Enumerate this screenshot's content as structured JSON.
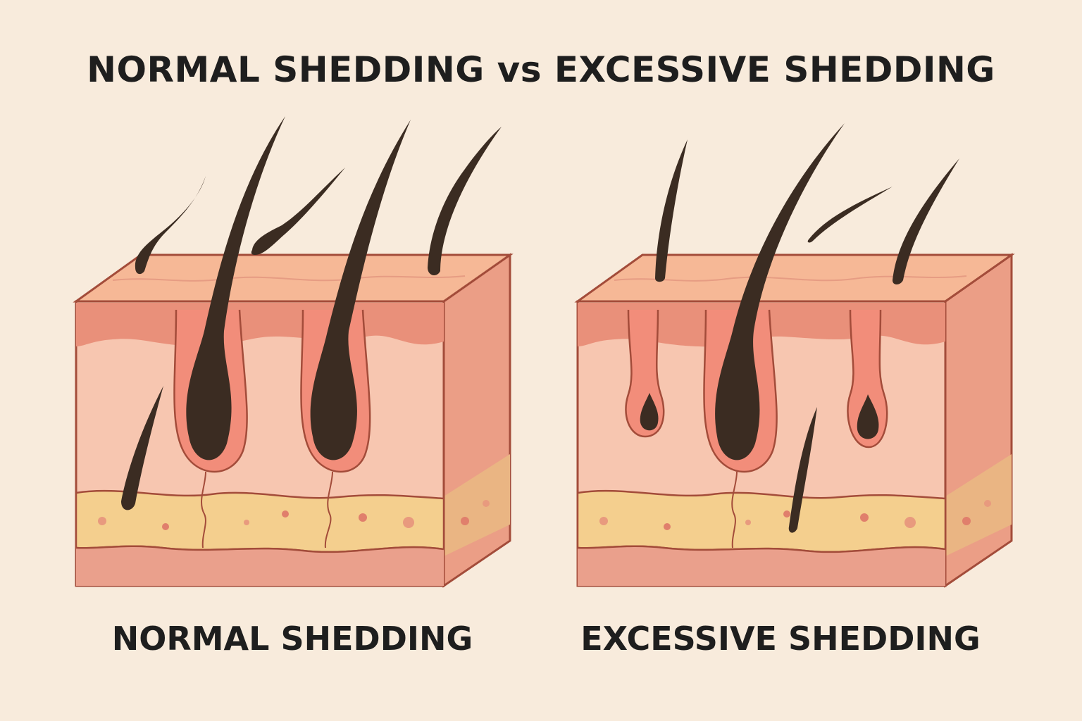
{
  "title": "NORMAL SHEDDING vs EXCESSIVE SHEDDING",
  "panels": [
    {
      "label": "NORMAL SHEDDING"
    },
    {
      "label": "EXCESSIVE SHEDDING"
    }
  ],
  "colors": {
    "background": "#f8ebdc",
    "skin_top": "#f6b896",
    "epidermis": "#e9907a",
    "dermis": "#f7c6b0",
    "fat": "#f4cf8e",
    "base": "#eaa08c",
    "outline": "#a34c3a",
    "hair": "#3b2c22"
  }
}
